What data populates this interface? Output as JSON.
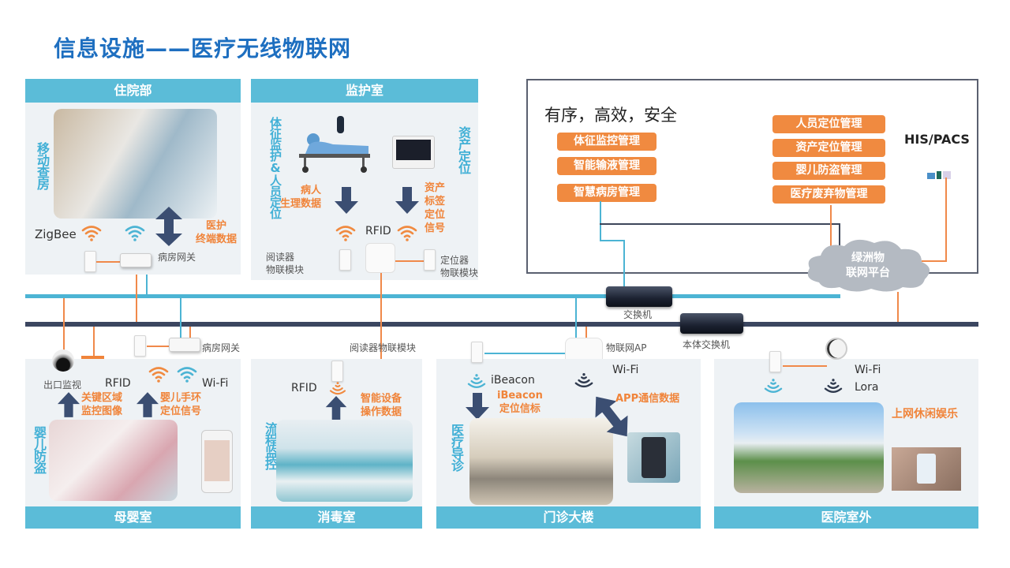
{
  "title": "信息设施——医疗无线物联网",
  "top_panels": {
    "inpatient": {
      "header": "住院部",
      "side_label": "移动查房",
      "zigbee": "ZigBee",
      "data_label": "医护\n终端数据",
      "gateway": "病房网关"
    },
    "monitoring": {
      "header": "监护室",
      "side_label": "体征监护&人员定位",
      "right_label": "资产定位",
      "patient_data": "病人\n生理数据",
      "asset_data": "资产\n标签\n定位\n信号",
      "rfid": "RFID",
      "reader_module": "阅读器\n物联模块",
      "locator_module": "定位器\n物联模块"
    }
  },
  "platform": {
    "slogan": "有序，高效，安全",
    "left_items": [
      "体征监控管理",
      "智能输液管理",
      "智慧病房管理"
    ],
    "right_items": [
      "人员定位管理",
      "资产定位管理",
      "婴儿防盗管理",
      "医疗废弃物管理"
    ],
    "his": "HIS/PACS",
    "cloud": "绿洲物\n联网平台"
  },
  "network": {
    "switch": "交换机",
    "core_switch": "本体交换机"
  },
  "bottom": {
    "maternity": {
      "footer": "母婴室",
      "camera": "出口监视",
      "rfid": "RFID",
      "wifi": "Wi-Fi",
      "gateway": "病房网关",
      "side_label": "婴儿防盗",
      "area_data": "关键区域\n监控图像",
      "band_data": "婴儿手环\n定位信号"
    },
    "disinfection": {
      "footer": "消毒室",
      "reader": "阅读器物联模块",
      "rfid": "RFID",
      "data": "智能设备\n操作数据",
      "side_label": "流程监控"
    },
    "outpatient": {
      "footer": "门诊大楼",
      "ap": "物联网AP",
      "ibeacon": "iBeacon",
      "wifi": "Wi-Fi",
      "beacon_data": "iBeacon\n定位信标",
      "app_data": "APP通信数据",
      "side_label": "医疗导诊"
    },
    "outdoor": {
      "footer": "医院室外",
      "wifi": "Wi-Fi",
      "lora": "Lora",
      "data": "上网休闲娱乐"
    }
  },
  "colors": {
    "title": "#1e6fc0",
    "header": "#5bbcd8",
    "orange": "#f08a40",
    "navy": "#3b4e72",
    "cyan": "#42b0d6"
  }
}
